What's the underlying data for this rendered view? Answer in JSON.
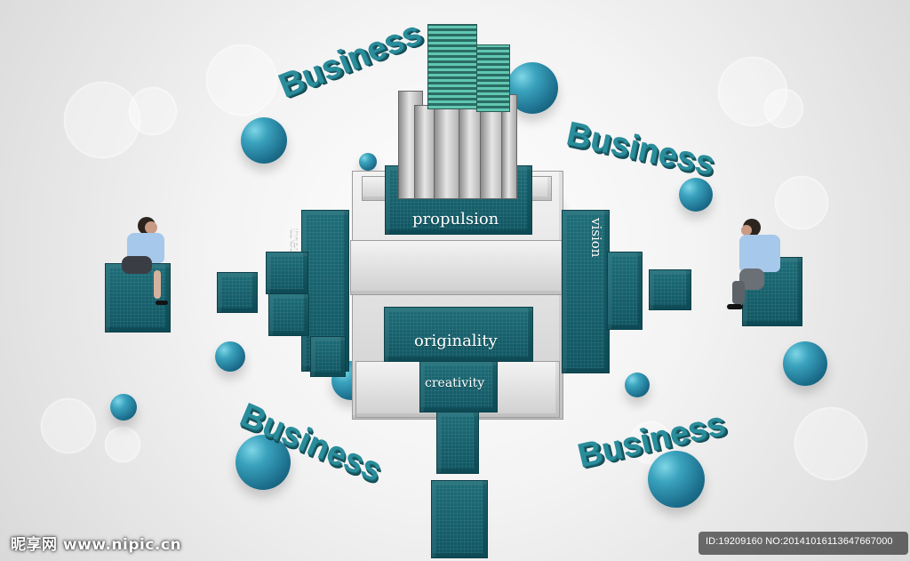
{
  "scene": {
    "business_words": [
      "Business",
      "Business",
      "Business",
      "Business"
    ],
    "labels": {
      "propulsion": "propulsion",
      "originality": "originality",
      "creativity": "creativity",
      "trend": "trend",
      "vision": "vision"
    },
    "colors": {
      "teal": "#1e6d78",
      "blue_sphere": "#2d89a8",
      "gray": "#d3d3d3"
    }
  },
  "watermark": {
    "logo_text": "昵享网 www.nipic.cn",
    "id_text": "ID:19209160 NO:20141016113647667000"
  }
}
